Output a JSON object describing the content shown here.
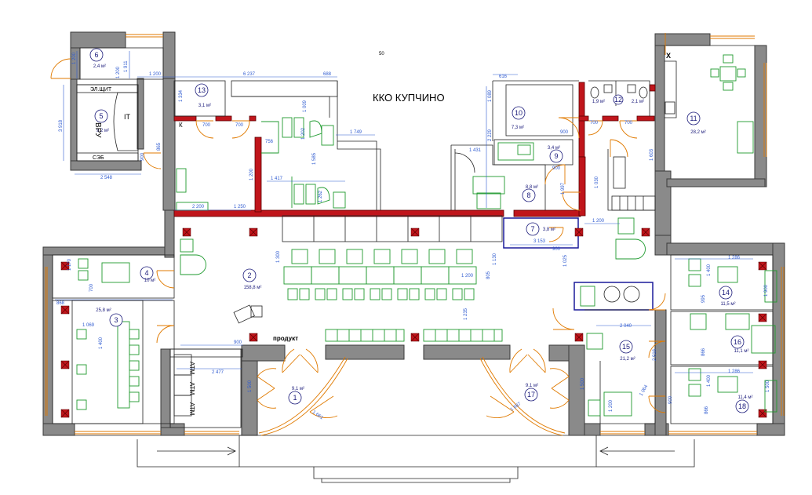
{
  "title": "ККО КУПЧИНО",
  "top_marker": "50",
  "labels": {
    "el_shield": "ЭЛ.ЩИТ",
    "ses": "СЭБ",
    "vru": "ВРУ",
    "it": "IT",
    "k": "К",
    "x": "X",
    "product": "продукт",
    "atm": "АТМ"
  },
  "rooms": [
    {
      "num": "1",
      "area": "9,1 м²"
    },
    {
      "num": "2",
      "area": "158,8 м²"
    },
    {
      "num": "3",
      "area": "25,8 м²"
    },
    {
      "num": "4",
      "area": "10 м²"
    },
    {
      "num": "5",
      "area": "9,2 м²"
    },
    {
      "num": "6",
      "area": "2,4 м²"
    },
    {
      "num": "7",
      "area": "3,8 м²"
    },
    {
      "num": "8",
      "area": "8,8 м²"
    },
    {
      "num": "9",
      "area": "3,4 м²"
    },
    {
      "num": "10",
      "area": "7,3 м²"
    },
    {
      "num": "11",
      "area": "28,2 м²"
    },
    {
      "num": "12",
      "area": "2,1 м²"
    },
    {
      "num": "13",
      "area": "3,1 м²"
    },
    {
      "num": "14",
      "area": "11,5 м²"
    },
    {
      "num": "15",
      "area": "21,2 м²"
    },
    {
      "num": "16",
      "area": "11,1 м²"
    },
    {
      "num": "17",
      "area": "9,1 м²"
    },
    {
      "num": "18",
      "area": "11,4 м²"
    }
  ],
  "small_area": "1,9 м²",
  "dims": {
    "d1200a": "1 200",
    "d1911": "1 911",
    "d1200b": "1 200",
    "d6237": "6 237",
    "d688": "688",
    "d1334": "1 334",
    "d3918": "3 918",
    "d1200c": "1 200",
    "d865": "865",
    "d900a": "900",
    "d2548": "2 548",
    "d700a": "700",
    "d700b": "700",
    "d756": "756",
    "d1009": "1 009",
    "d1202": "1 202",
    "d1749": "1 749",
    "d1585": "1 585",
    "d1200d": "1 200",
    "d1417": "1 417",
    "d1262": "1 262",
    "d2200": "2 200",
    "d1250": "1 250",
    "d616": "616",
    "d1089": "1 089",
    "d2229": "2 229",
    "d1431": "1 431",
    "d900b": "900",
    "d900c": "900",
    "d1997": "1 997",
    "d1030": "1 030",
    "d700c": "700",
    "d700d": "700",
    "d1603": "1 603",
    "d1200e": "1 200",
    "d3153": "3 153",
    "d900d": "900",
    "d1130": "1 130",
    "d805": "805",
    "d1025": "1 025",
    "d1200f": "1 200",
    "d1300": "1 300",
    "d1170": "1 170",
    "d700e": "700",
    "d868": "868",
    "d1069": "1 069",
    "d1400a": "1 400",
    "d1235": "1 235",
    "d900e": "900",
    "d2477": "2 477",
    "d1500a": "1 500",
    "d1661": "1 661",
    "d1286a": "1 286",
    "d1400b": "1 400",
    "d1900a": "1 900",
    "d995": "995",
    "d2040": "2 040",
    "d2916": "2 916",
    "d866a": "866",
    "d1200g": "1 200",
    "d1064": "1 064",
    "d900f": "900",
    "d1286b": "1 286",
    "d1400c": "1 400",
    "d1500b": "1 500",
    "d866b": "866",
    "d1500c": "1 500",
    "d1687": "1 687"
  }
}
